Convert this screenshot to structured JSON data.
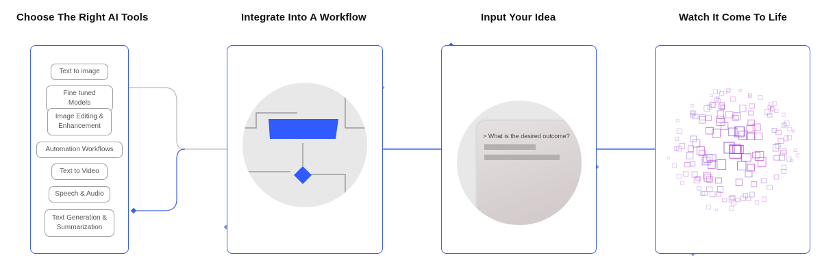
{
  "steps": [
    {
      "title": "Choose The Right AI Tools"
    },
    {
      "title": "Integrate Into A Workflow"
    },
    {
      "title": "Input Your Idea"
    },
    {
      "title": "Watch It Come To Life"
    }
  ],
  "tools": [
    "Text to image",
    "Fine tuned Models",
    "Image Editing & Enhancement",
    "Automation Workflows",
    "Text to Video",
    "Speech & Audio",
    "Text Generation & Summarization"
  ],
  "prompt": {
    "question": "> What is the desired outcome?"
  },
  "colors": {
    "accent": "#3b63e0",
    "node": "#2f5bff",
    "particle": "#c23bd0"
  }
}
